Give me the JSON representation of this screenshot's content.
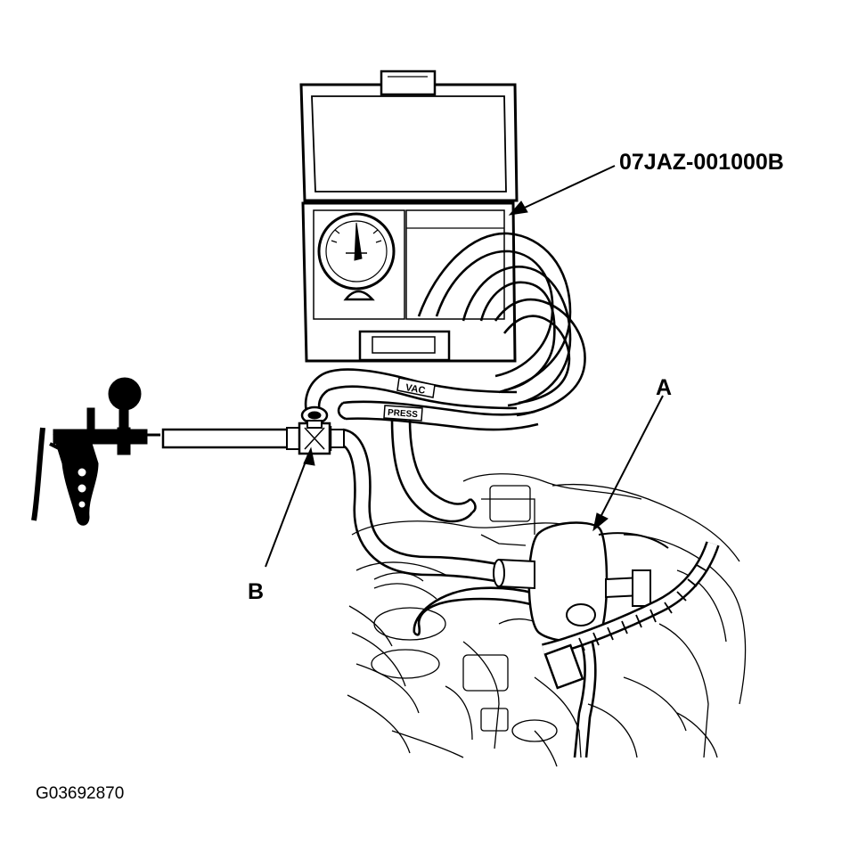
{
  "figure": {
    "part_number_label": "07JAZ-001000B",
    "callout_a": "A",
    "callout_b": "B",
    "figure_id": "G03692870",
    "hose_tag_vac": "VAC",
    "hose_tag_press": "PRESS"
  },
  "colors": {
    "line": "#000000",
    "background": "#ffffff"
  }
}
